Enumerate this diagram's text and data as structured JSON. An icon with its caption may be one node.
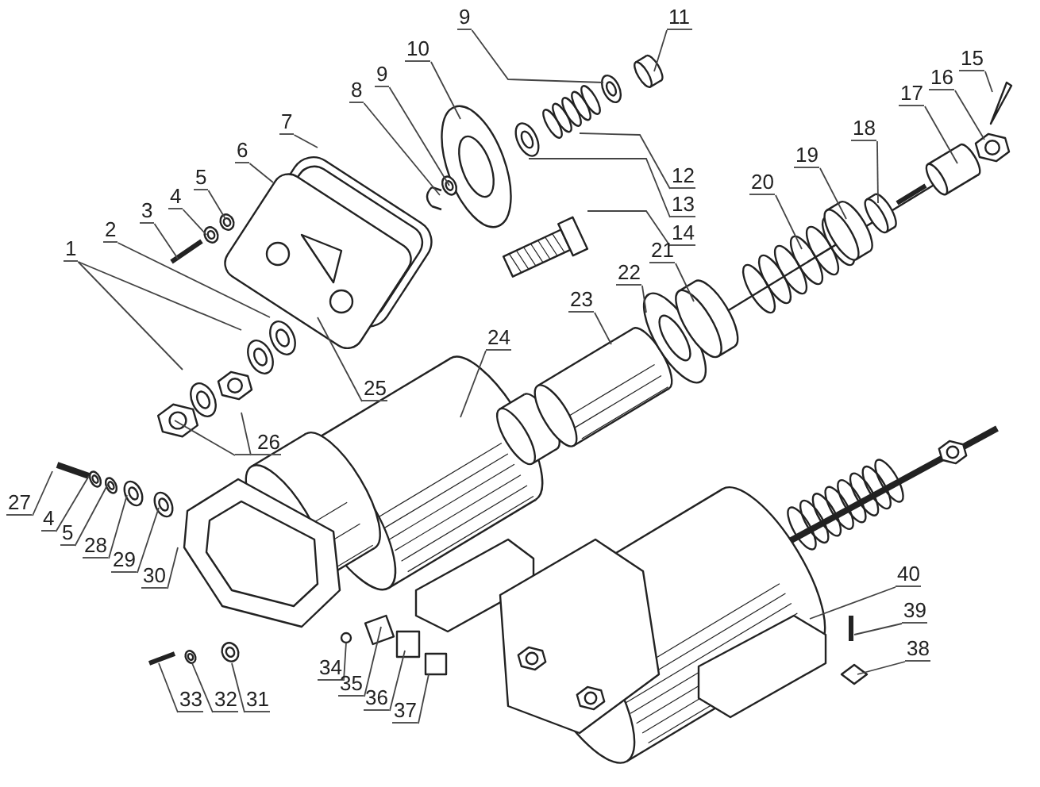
{
  "diagram": {
    "nodes": [
      {
        "text": [
          "1"
        ]
      },
      {
        "text": [
          "2"
        ]
      },
      {
        "text": [
          "3"
        ]
      },
      {
        "text": [
          "4"
        ]
      },
      {
        "text": [
          "5"
        ]
      },
      {
        "text": [
          "6"
        ]
      },
      {
        "text": [
          "7"
        ]
      },
      {
        "text": [
          "8"
        ]
      },
      {
        "text": [
          "9"
        ]
      },
      {
        "text": [
          "10"
        ]
      },
      {
        "text": [
          "9"
        ]
      },
      {
        "text": [
          "11"
        ]
      },
      {
        "text": [
          "12"
        ]
      },
      {
        "text": [
          "13"
        ]
      },
      {
        "text": [
          "14"
        ]
      },
      {
        "text": [
          "15"
        ]
      },
      {
        "text": [
          "16"
        ]
      },
      {
        "text": [
          "17"
        ]
      },
      {
        "text": [
          "18"
        ]
      },
      {
        "text": [
          "19"
        ]
      },
      {
        "text": [
          "20"
        ]
      },
      {
        "text": [
          "21"
        ]
      },
      {
        "text": [
          "22"
        ]
      },
      {
        "text": [
          "23"
        ]
      },
      {
        "text": [
          "24"
        ]
      },
      {
        "text": [
          "25"
        ]
      },
      {
        "text": [
          "26"
        ]
      },
      {
        "text": [
          "27"
        ]
      },
      {
        "text": [
          "4"
        ]
      },
      {
        "text": [
          "5"
        ]
      },
      {
        "text": [
          "28"
        ]
      },
      {
        "text": [
          "29"
        ]
      },
      {
        "text": [
          "30"
        ]
      },
      {
        "text": [
          "31"
        ]
      },
      {
        "text": [
          "32"
        ]
      },
      {
        "text": [
          "33"
        ]
      },
      {
        "text": [
          "34"
        ]
      },
      {
        "text": [
          "35"
        ]
      },
      {
        "text": [
          "36"
        ]
      },
      {
        "text": [
          "37"
        ]
      },
      {
        "text": [
          "38"
        ]
      },
      {
        "text": [
          "39"
        ]
      },
      {
        "text": [
          "40"
        ]
      }
    ],
    "edges": [
      {
        "from": 0,
        "to": null,
        "arrow": "none"
      },
      {
        "from": 0,
        "to": null,
        "arrow": "none"
      },
      {
        "from": 1,
        "to": null,
        "arrow": "none"
      },
      {
        "from": 2,
        "to": null,
        "arrow": "none"
      },
      {
        "from": 3,
        "to": null,
        "arrow": "none"
      },
      {
        "from": 4,
        "to": null,
        "arrow": "none"
      },
      {
        "from": 5,
        "to": null,
        "arrow": "none"
      },
      {
        "from": 6,
        "to": null,
        "arrow": "none"
      },
      {
        "from": 7,
        "to": null,
        "arrow": "none"
      },
      {
        "from": 8,
        "to": null,
        "arrow": "none"
      },
      {
        "from": 9,
        "to": null,
        "arrow": "none"
      },
      {
        "from": 10,
        "to": null,
        "arrow": "none"
      },
      {
        "from": 11,
        "to": null,
        "arrow": "none"
      },
      {
        "from": 12,
        "to": null,
        "arrow": "none"
      },
      {
        "from": 13,
        "to": null,
        "arrow": "none"
      },
      {
        "from": 14,
        "to": null,
        "arrow": "none"
      },
      {
        "from": 15,
        "to": null,
        "arrow": "none"
      },
      {
        "from": 16,
        "to": null,
        "arrow": "none"
      },
      {
        "from": 17,
        "to": null,
        "arrow": "none"
      },
      {
        "from": 18,
        "to": null,
        "arrow": "none"
      },
      {
        "from": 19,
        "to": null,
        "arrow": "none"
      },
      {
        "from": 20,
        "to": null,
        "arrow": "none"
      },
      {
        "from": 21,
        "to": null,
        "arrow": "none"
      },
      {
        "from": 22,
        "to": null,
        "arrow": "none"
      },
      {
        "from": 23,
        "to": null,
        "arrow": "none"
      },
      {
        "from": 24,
        "to": null,
        "arrow": "none"
      },
      {
        "from": 25,
        "to": null,
        "arrow": "none"
      },
      {
        "from": 26,
        "to": null,
        "arrow": "none"
      },
      {
        "from": 26,
        "to": null,
        "arrow": "none"
      },
      {
        "from": 27,
        "to": null,
        "arrow": "none"
      },
      {
        "from": 28,
        "to": null,
        "arrow": "none"
      },
      {
        "from": 29,
        "to": null,
        "arrow": "none"
      },
      {
        "from": 30,
        "to": null,
        "arrow": "none"
      },
      {
        "from": 31,
        "to": null,
        "arrow": "none"
      },
      {
        "from": 32,
        "to": null,
        "arrow": "none"
      },
      {
        "from": 33,
        "to": null,
        "arrow": "none"
      },
      {
        "from": 34,
        "to": null,
        "arrow": "none"
      },
      {
        "from": 35,
        "to": null,
        "arrow": "none"
      },
      {
        "from": 36,
        "to": null,
        "arrow": "none"
      },
      {
        "from": 37,
        "to": null,
        "arrow": "none"
      },
      {
        "from": 38,
        "to": null,
        "arrow": "none"
      },
      {
        "from": 39,
        "to": null,
        "arrow": "none"
      },
      {
        "from": 40,
        "to": null,
        "arrow": "none"
      },
      {
        "from": 41,
        "to": null,
        "arrow": "none"
      },
      {
        "from": 42,
        "to": null,
        "arrow": "none"
      }
    ]
  }
}
